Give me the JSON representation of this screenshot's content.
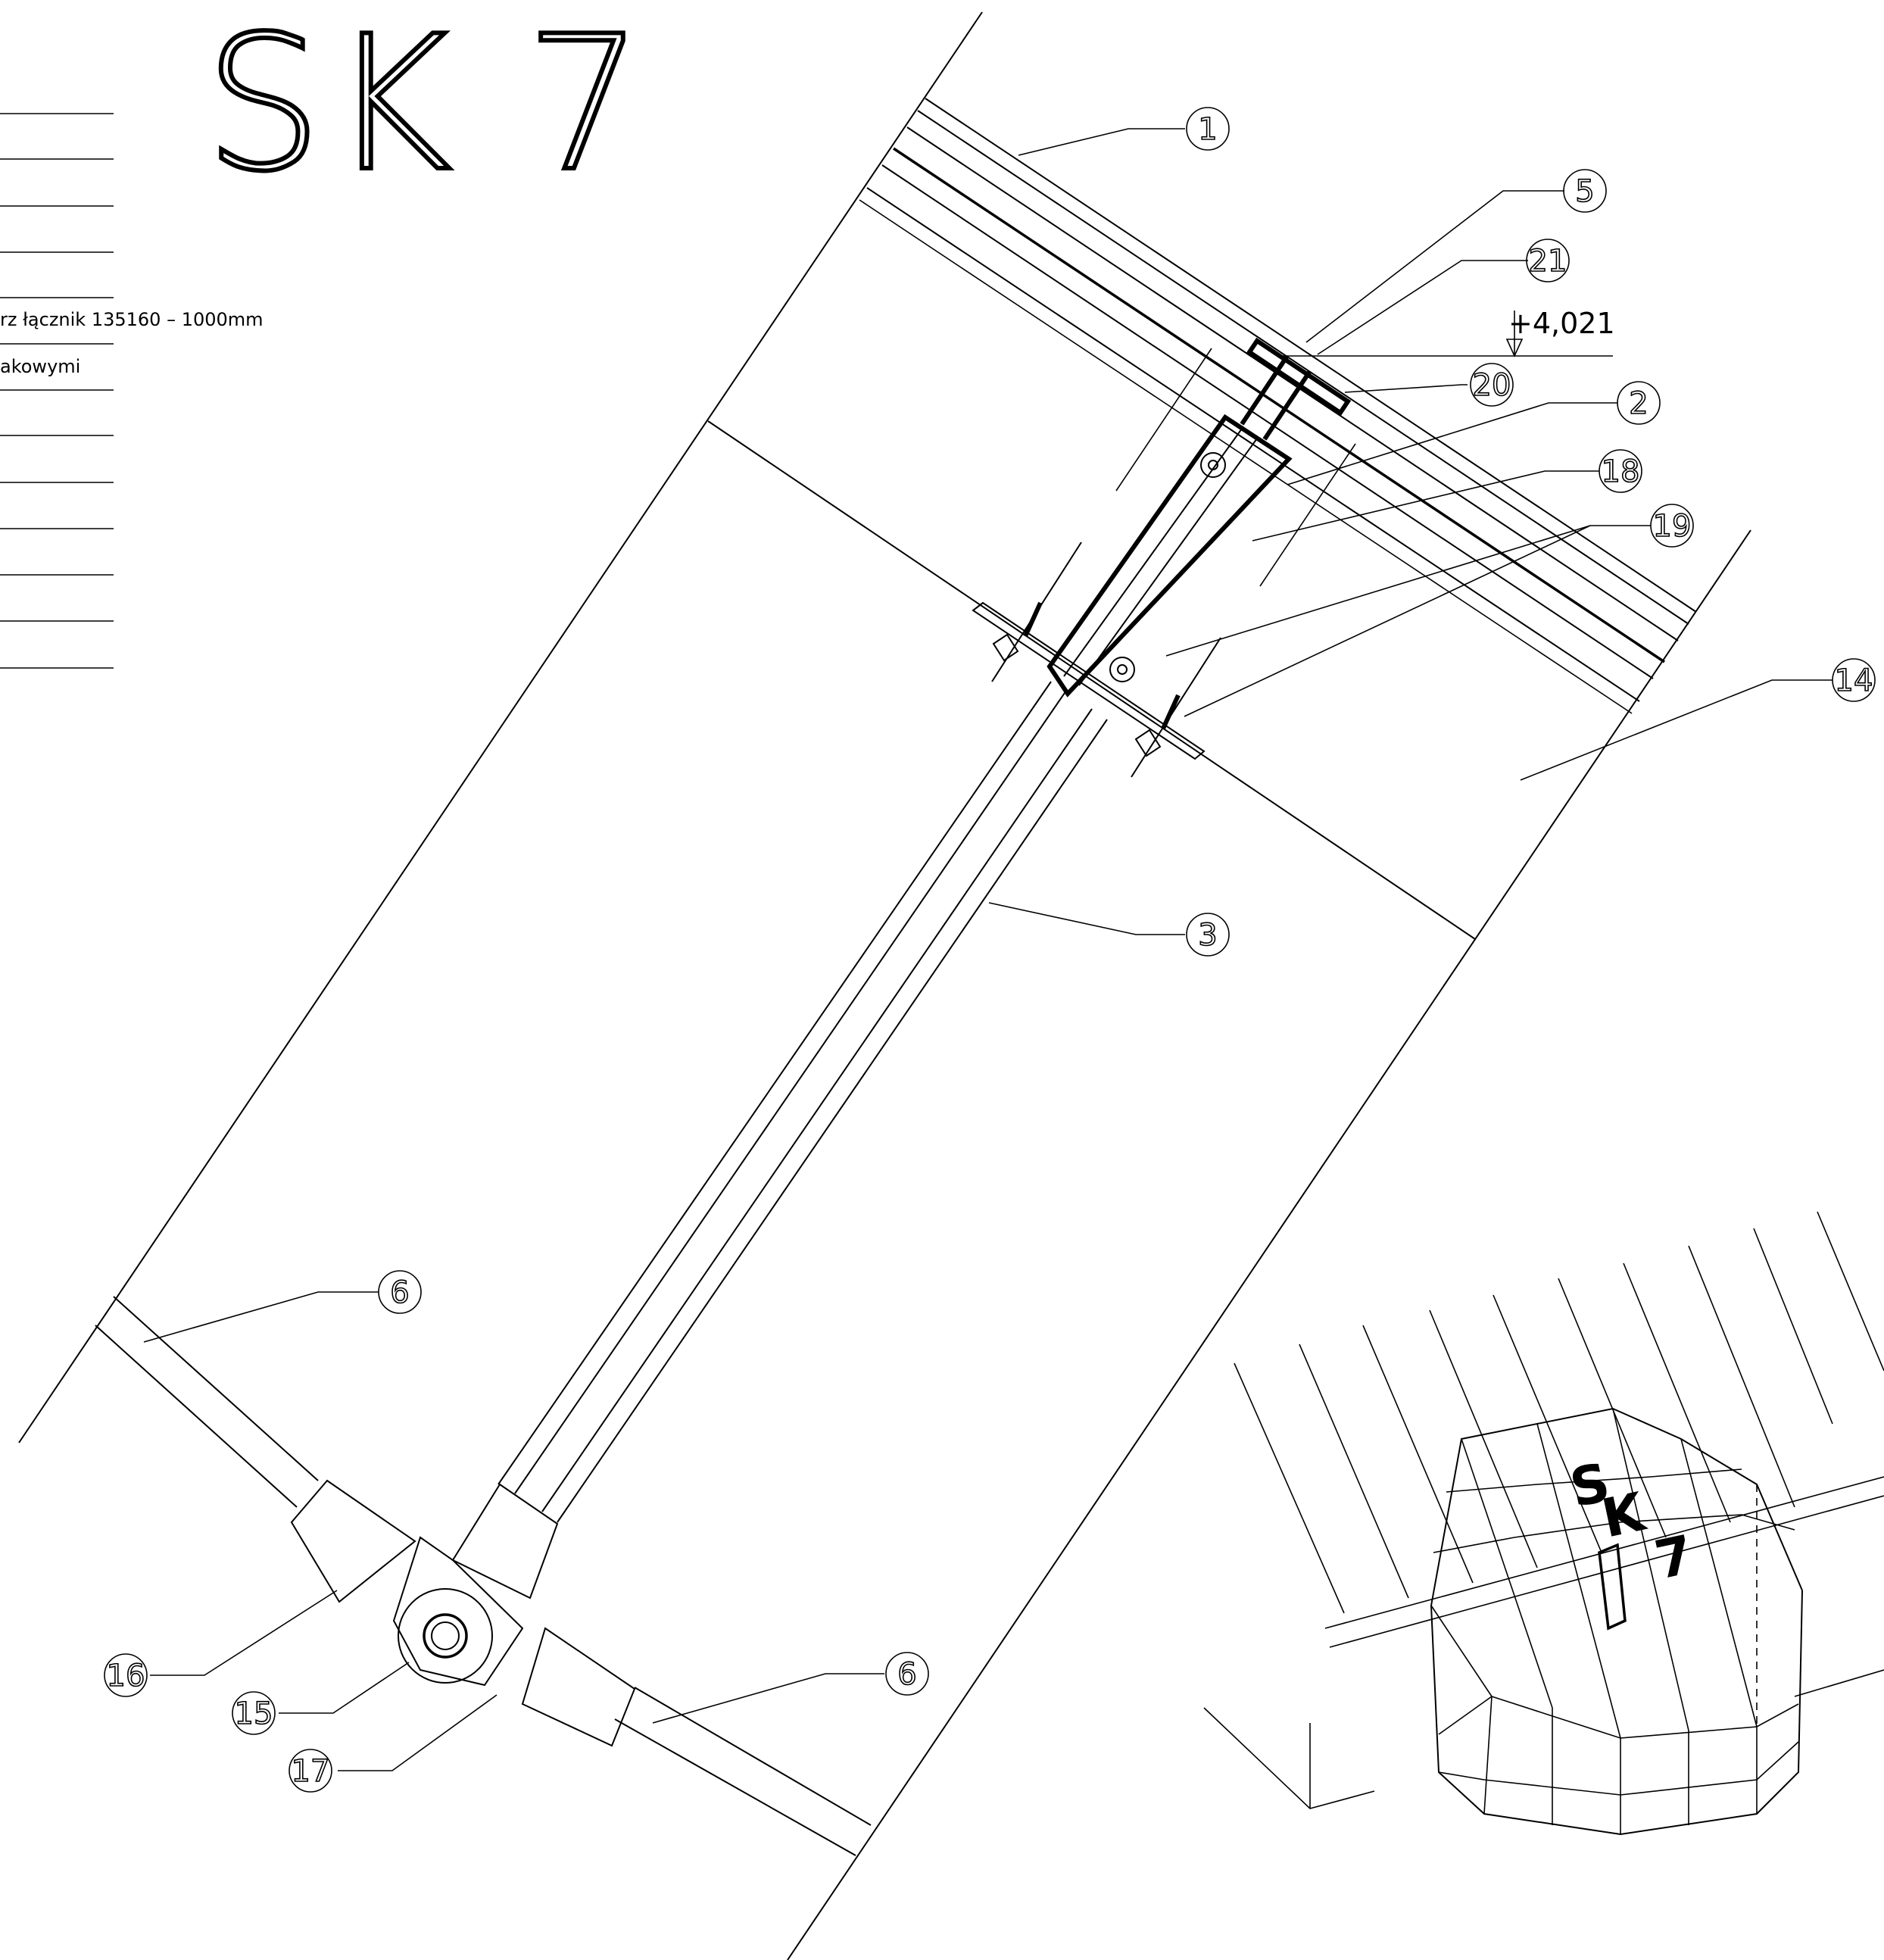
{
  "title": "SK 7",
  "notes": [
    "rz łącznik 135160 – 1000mm",
    "akowymi"
  ],
  "elevation": "+4,021",
  "callouts": [
    "1",
    "5",
    "21",
    "20",
    "2",
    "18",
    "19",
    "14",
    "3",
    "6",
    "6",
    "16",
    "15",
    "17"
  ],
  "perspective_label": [
    "S",
    "K",
    "7"
  ]
}
